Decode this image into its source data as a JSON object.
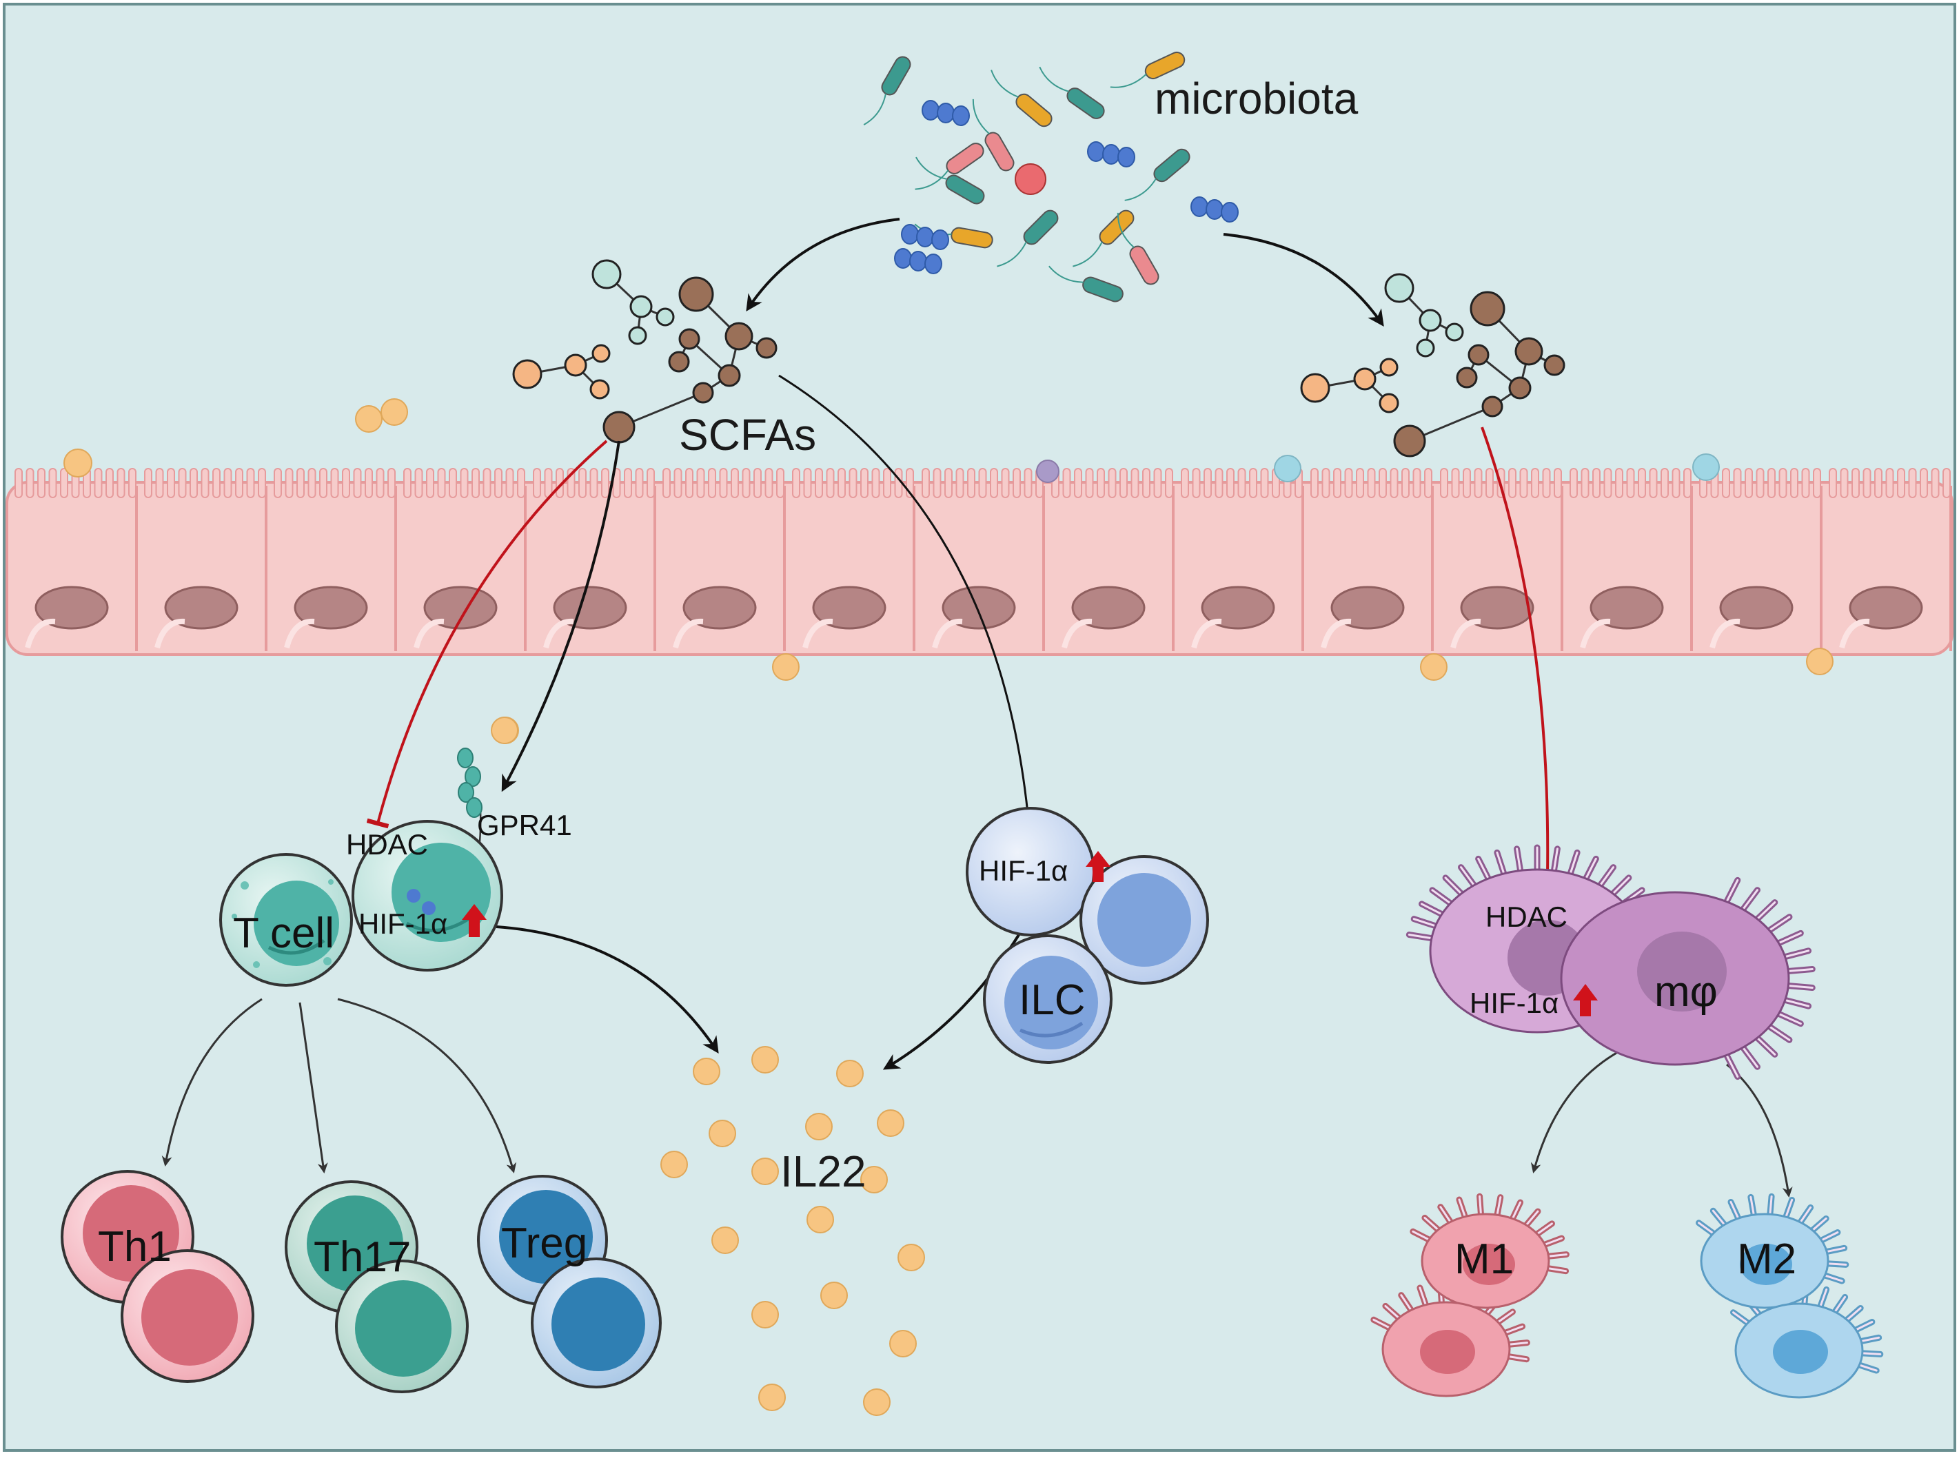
{
  "labels": {
    "microbiota": "microbiota",
    "scfas": "SCFAs",
    "gpr41": "GPR41",
    "hdac_t": "HDAC",
    "hif_t": "HIF-1α",
    "tcell": "T cell",
    "hif_ilc": "HIF-1α",
    "ilc": "ILC",
    "il22": "IL22",
    "hdac_m": "HDAC",
    "hif_m": "HIF-1α",
    "macrophage": "mφ",
    "th1": "Th1",
    "th17": "Th17",
    "treg": "Treg",
    "m1": "M1",
    "m2": "M2"
  },
  "colors": {
    "background": "#d8eaeb",
    "epithelium": "#f6cccb",
    "nucleus": "#b58585",
    "activation_arrow": "#111111",
    "inhibition_line": "#c0131b",
    "upregulation_arrow": "#d0121b",
    "teal_cell": "#4fb3a7",
    "ilc_cell": "#7ea3dc",
    "macrophage": "#c48fc5",
    "th1": "#d66a79",
    "th17": "#3b9f90",
    "treg": "#2f7fb3",
    "m1": "#f0a2ae",
    "m2": "#8cc6e6",
    "il22_dot": "#f7c582",
    "scfa_brown": "#9a7058",
    "scfa_teal": "#bfe3dc",
    "scfa_orange": "#f5b684"
  },
  "icons": [
    "bacteria-icon",
    "scfa-molecule-icon",
    "receptor-icon",
    "up-arrow-icon"
  ]
}
